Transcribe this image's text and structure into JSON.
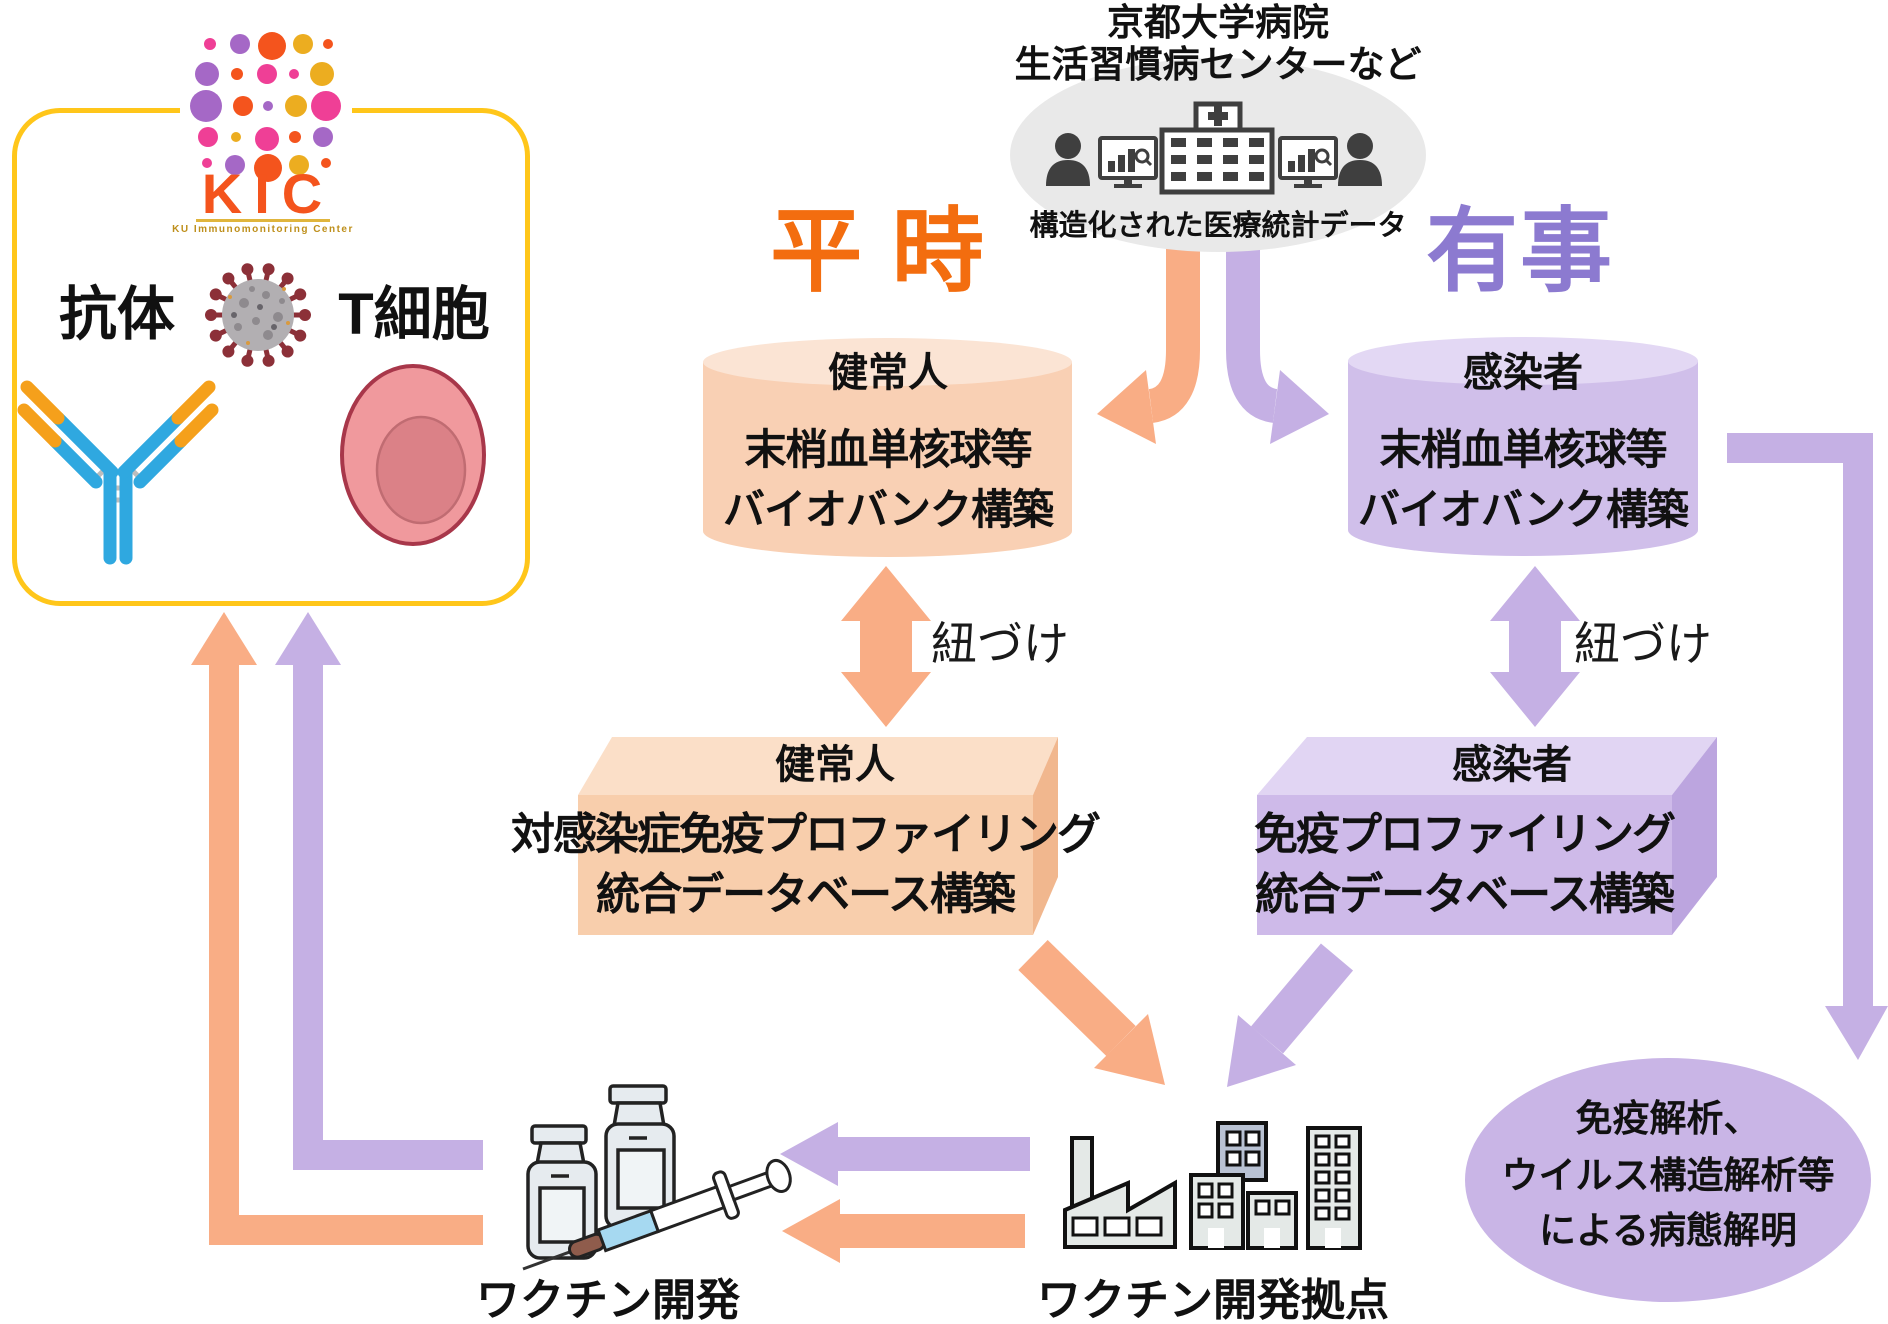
{
  "hospital": {
    "title_line1": "京都大学病院",
    "title_line2": "生活習慣病センターなど",
    "caption": "構造化された医療統計データ",
    "icons": [
      "person-icon",
      "monitor-chart-icon",
      "hospital-icon",
      "monitor-chart-icon",
      "person-icon"
    ]
  },
  "kic": {
    "brand": "KIC",
    "subtitle": "KU Immunomonitoring Center",
    "antibody_label": "抗体",
    "tcell_label": "T細胞",
    "icons": [
      "kic-dots-logo",
      "coronavirus-icon",
      "antibody-icon",
      "tcell-icon"
    ]
  },
  "peacetime": {
    "title": "平 時",
    "cylinder": {
      "line1": "健常人",
      "line2": "末梢血単核球等",
      "line3": "バイオバンク構築"
    },
    "link_label": "紐づけ",
    "database": {
      "subject": "健常人",
      "line1": "対感染症免疫プロファイリング",
      "line2": "統合データベース構築"
    }
  },
  "emergency": {
    "title": "有事",
    "cylinder": {
      "line1": "感染者",
      "line2": "末梢血単核球等",
      "line3": "バイオバンク構築"
    },
    "link_label": "紐づけ",
    "database": {
      "subject": "感染者",
      "line1": "免疫プロファイリング",
      "line2": "統合データベース構築"
    }
  },
  "vaccine_dev_label": "ワクチン開発",
  "vaccine_site_label": "ワクチン開発拠点",
  "analysis": {
    "line1": "免疫解析、",
    "line2": "ウイルス構造解析等",
    "line3": "による病態解明"
  },
  "colors": {
    "peacetime_accent": "#F36D0F",
    "peacetime_arrow": "#F9AD85",
    "peacetime_cylinder": "#F9D0B4",
    "peacetime_box_front": "#F8CEAC",
    "emergency_accent": "#8C7AD0",
    "emergency_arrow": "#C5B0E4",
    "emergency_cylinder": "#D0BFEA",
    "emergency_box_front": "#CEBAE9",
    "analysis_ellipse": "#C9B5E6",
    "hospital_ellipse": "#E9E9E9",
    "icon_dark": "#3F3F3F",
    "kic_border": "#FFC61A",
    "kic_orange": "#F4541D"
  }
}
